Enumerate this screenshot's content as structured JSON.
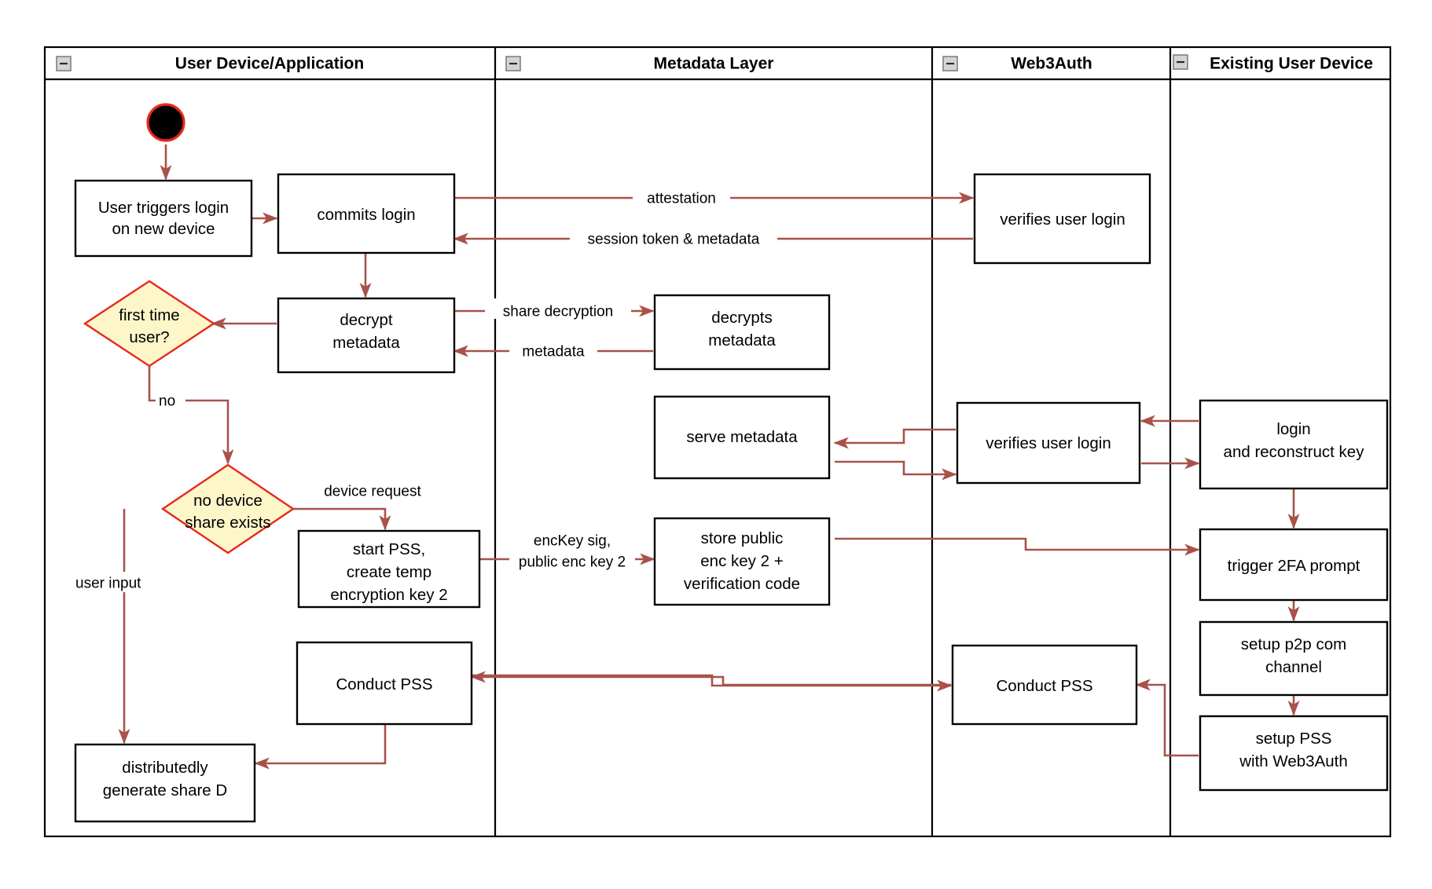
{
  "diagram": {
    "title": "Web3Auth new-device login activity diagram",
    "type": "uml-activity-swimlane",
    "colors": {
      "flow_arrow": "#a8524a",
      "decision_fill": "#fdf6c9",
      "decision_stroke": "#e8291c",
      "node_stroke": "#000000",
      "node_fill": "#ffffff",
      "lane_stroke": "#000000",
      "start_node_fill": "#000000",
      "start_node_ring": "#e8291c",
      "collapse_icon_fill": "#d4d4d4"
    }
  },
  "lanes": [
    {
      "id": "lane-user-device",
      "label": "User Device/Application",
      "collapse_icon": "minimize-icon"
    },
    {
      "id": "lane-metadata",
      "label": "Metadata Layer",
      "collapse_icon": "minimize-icon"
    },
    {
      "id": "lane-web3auth",
      "label": "Web3Auth",
      "collapse_icon": "minimize-icon"
    },
    {
      "id": "lane-existing-device",
      "label": "Existing User Device",
      "collapse_icon": "minimize-icon"
    }
  ],
  "nodes": [
    {
      "id": "start",
      "lane": "lane-user-device",
      "shape": "initial-node",
      "label": ""
    },
    {
      "id": "user-triggers-login",
      "lane": "lane-user-device",
      "shape": "activity",
      "lines": [
        "User triggers login",
        "on new device"
      ]
    },
    {
      "id": "commits-login",
      "lane": "lane-user-device",
      "shape": "activity",
      "lines": [
        "commits login"
      ]
    },
    {
      "id": "verifies-user-login-1",
      "lane": "lane-web3auth",
      "shape": "activity",
      "lines": [
        "verifies user login"
      ]
    },
    {
      "id": "decrypt-metadata",
      "lane": "lane-user-device",
      "shape": "activity",
      "lines": [
        "decrypt",
        "metadata"
      ]
    },
    {
      "id": "decrypts-metadata",
      "lane": "lane-metadata",
      "shape": "activity",
      "lines": [
        "decrypts",
        "metadata"
      ]
    },
    {
      "id": "first-time-user",
      "lane": "lane-user-device",
      "shape": "decision",
      "lines": [
        "first time",
        "user?"
      ]
    },
    {
      "id": "serve-metadata",
      "lane": "lane-metadata",
      "shape": "activity",
      "lines": [
        "serve metadata"
      ]
    },
    {
      "id": "verifies-user-login-2",
      "lane": "lane-web3auth",
      "shape": "activity",
      "lines": [
        "verifies user login"
      ]
    },
    {
      "id": "login-reconstruct-key",
      "lane": "lane-existing-device",
      "shape": "activity",
      "lines": [
        "login",
        "and reconstruct key"
      ]
    },
    {
      "id": "no-device-share-exists",
      "lane": "lane-user-device",
      "shape": "decision",
      "lines": [
        "no device",
        "share exists"
      ]
    },
    {
      "id": "start-pss",
      "lane": "lane-user-device",
      "shape": "activity",
      "lines": [
        "start PSS,",
        "create temp",
        "encryption key 2"
      ]
    },
    {
      "id": "store-public-enc-key",
      "lane": "lane-metadata",
      "shape": "activity",
      "lines": [
        "store public",
        "enc key 2 +",
        "verification code"
      ]
    },
    {
      "id": "trigger-2fa-prompt",
      "lane": "lane-existing-device",
      "shape": "activity",
      "lines": [
        "trigger 2FA prompt"
      ]
    },
    {
      "id": "setup-p2p-channel",
      "lane": "lane-existing-device",
      "shape": "activity",
      "lines": [
        "setup p2p com",
        "channel"
      ]
    },
    {
      "id": "conduct-pss-user",
      "lane": "lane-user-device",
      "shape": "activity",
      "lines": [
        "Conduct PSS"
      ]
    },
    {
      "id": "conduct-pss-web3auth",
      "lane": "lane-web3auth",
      "shape": "activity",
      "lines": [
        "Conduct PSS"
      ]
    },
    {
      "id": "setup-pss-web3auth",
      "lane": "lane-existing-device",
      "shape": "activity",
      "lines": [
        "setup PSS",
        "with Web3Auth"
      ]
    },
    {
      "id": "distributedly-generate-share",
      "lane": "lane-user-device",
      "shape": "activity",
      "lines": [
        "distributedly",
        "generate share D"
      ]
    }
  ],
  "edge_labels": [
    {
      "id": "edge-attestation",
      "text": "attestation"
    },
    {
      "id": "edge-session-token",
      "text": "session token & metadata"
    },
    {
      "id": "edge-share-decryption",
      "text": "share decryption"
    },
    {
      "id": "edge-metadata",
      "text": "metadata"
    },
    {
      "id": "edge-no",
      "text": "no"
    },
    {
      "id": "edge-device-request",
      "text": "device request"
    },
    {
      "id": "edge-user-input",
      "text": "user input"
    },
    {
      "id": "edge-enckey-line1",
      "text": "encKey sig,"
    },
    {
      "id": "edge-enckey-line2",
      "text": "public enc key 2"
    }
  ]
}
